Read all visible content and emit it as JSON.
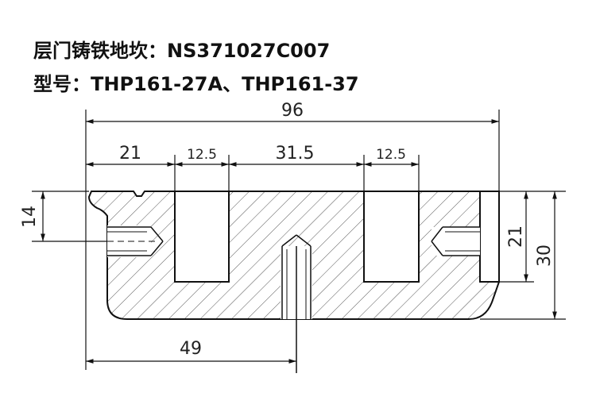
{
  "title_line1": "层门铸铁地坎：NS371027C007",
  "title_line2": "型号：THP161-27A、THP161-37",
  "dimensions": {
    "overall_width": "96",
    "left_offset": "21",
    "slot_width_left": "12.5",
    "between_slots": "31.5",
    "slot_width_right": "12.5",
    "left_height": "14",
    "right_depth": "21",
    "overall_height": "30",
    "center_offset": "49"
  }
}
